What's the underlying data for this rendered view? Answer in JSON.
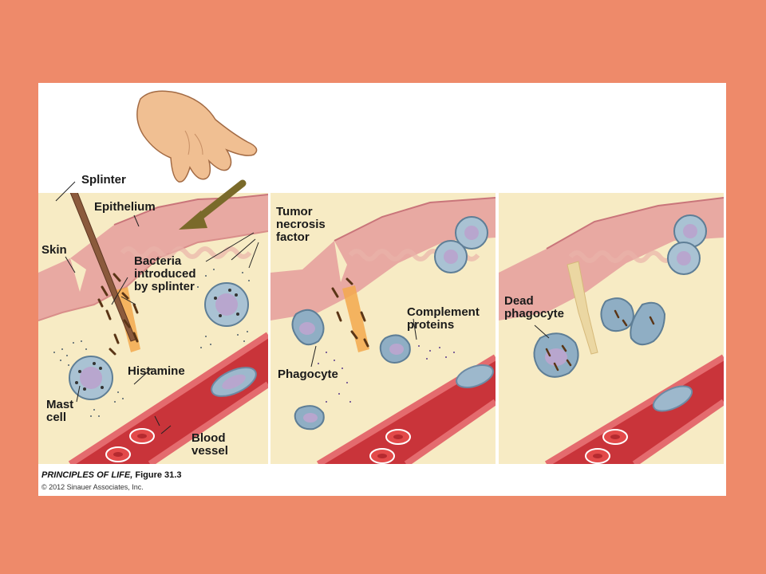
{
  "colors": {
    "background": "#EE8A6A",
    "slide": "#FFFFFF",
    "tissue": "#F7EBC4",
    "epithelium": "#E8A9A2",
    "blood_vessel": "#C9343A",
    "cell_blue": "#9DB8CC",
    "arrow": "#7A6A2A"
  },
  "panels": [
    {
      "labels": {
        "splinter": "Splinter",
        "epithelium": "Epithelium",
        "tumor_necrosis_factor": "Tumor\nnecrosis\nfactor",
        "skin": "Skin",
        "bacteria": "Bacteria\nintroduced\nby splinter",
        "histamine": "Histamine",
        "mast_cell": "Mast\ncell",
        "blood_vessel": "Blood\nvessel"
      }
    },
    {
      "labels": {
        "complement_proteins": "Complement\nproteins",
        "phagocyte": "Phagocyte"
      }
    },
    {
      "labels": {
        "dead_phagocyte": "Dead\nphagocyte"
      }
    }
  ],
  "caption": {
    "title": "PRINCIPLES OF LIFE,",
    "figure": "Figure 31.3",
    "copyright": "© 2012 Sinauer Associates, Inc."
  },
  "icons": [
    "hand-icon",
    "splinter-icon",
    "mast-cell-icon",
    "phagocyte-icon",
    "red-blood-cell-icon",
    "arrow-icon"
  ]
}
